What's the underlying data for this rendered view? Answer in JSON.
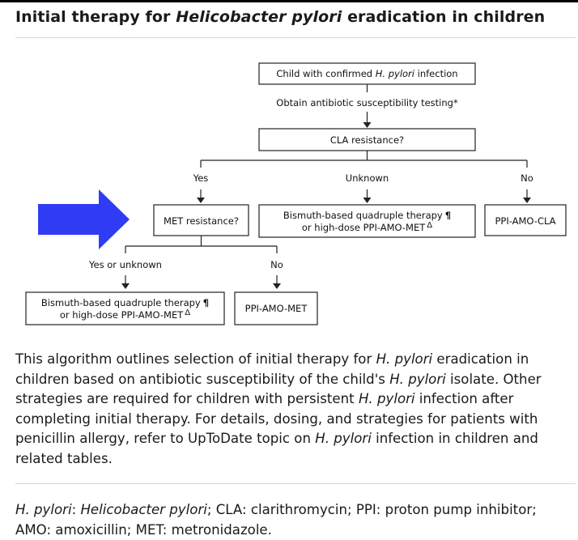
{
  "title": {
    "prefix": "Initial therapy for ",
    "italic": "Helicobacter pylori",
    "suffix": " eradication in children"
  },
  "diagram": {
    "start": {
      "prefix": "Child with confirmed ",
      "italic": "H. pylori",
      "suffix": " infection"
    },
    "step_testing": "Obtain antibiotic susceptibility testing*",
    "q_cla": "CLA resistance?",
    "branch_yes": "Yes",
    "branch_unknown": "Unknown",
    "branch_no": "No",
    "q_met": "MET resistance?",
    "bismuth_line1": "Bismuth-based quadruple therapy",
    "bismuth_line2": "or high-dose PPI-AMO-MET",
    "pilcrow": "¶",
    "delta": "Δ",
    "ppi_amo_cla": "PPI-AMO-CLA",
    "met_branch_yes_unknown": "Yes or unknown",
    "met_branch_no": "No",
    "ppi_amo_met": "PPI-AMO-MET",
    "arrow_color": "#2f3cf4"
  },
  "description": {
    "p1": "This algorithm outlines selection of initial therapy for ",
    "i1": "H. pylori",
    "p2": " eradication in children based on antibiotic susceptibility of the child's ",
    "i2": "H. pylori",
    "p3": " isolate. Other strategies are required for children with persistent ",
    "i3": "H. pylori",
    "p4": " infection after completing initial therapy. For details, dosing, and strategies for patients with penicillin allergy, refer to UpToDate topic on ",
    "i4": "H. pylori",
    "p5": " infection in children and related tables."
  },
  "footnote": {
    "i1": "H. pylori",
    "t1": ": ",
    "i2": "Helicobacter pylori",
    "t2": "; CLA: clarithromycin; PPI: proton pump inhibitor; AMO: amoxicillin; MET: metronidazole."
  }
}
